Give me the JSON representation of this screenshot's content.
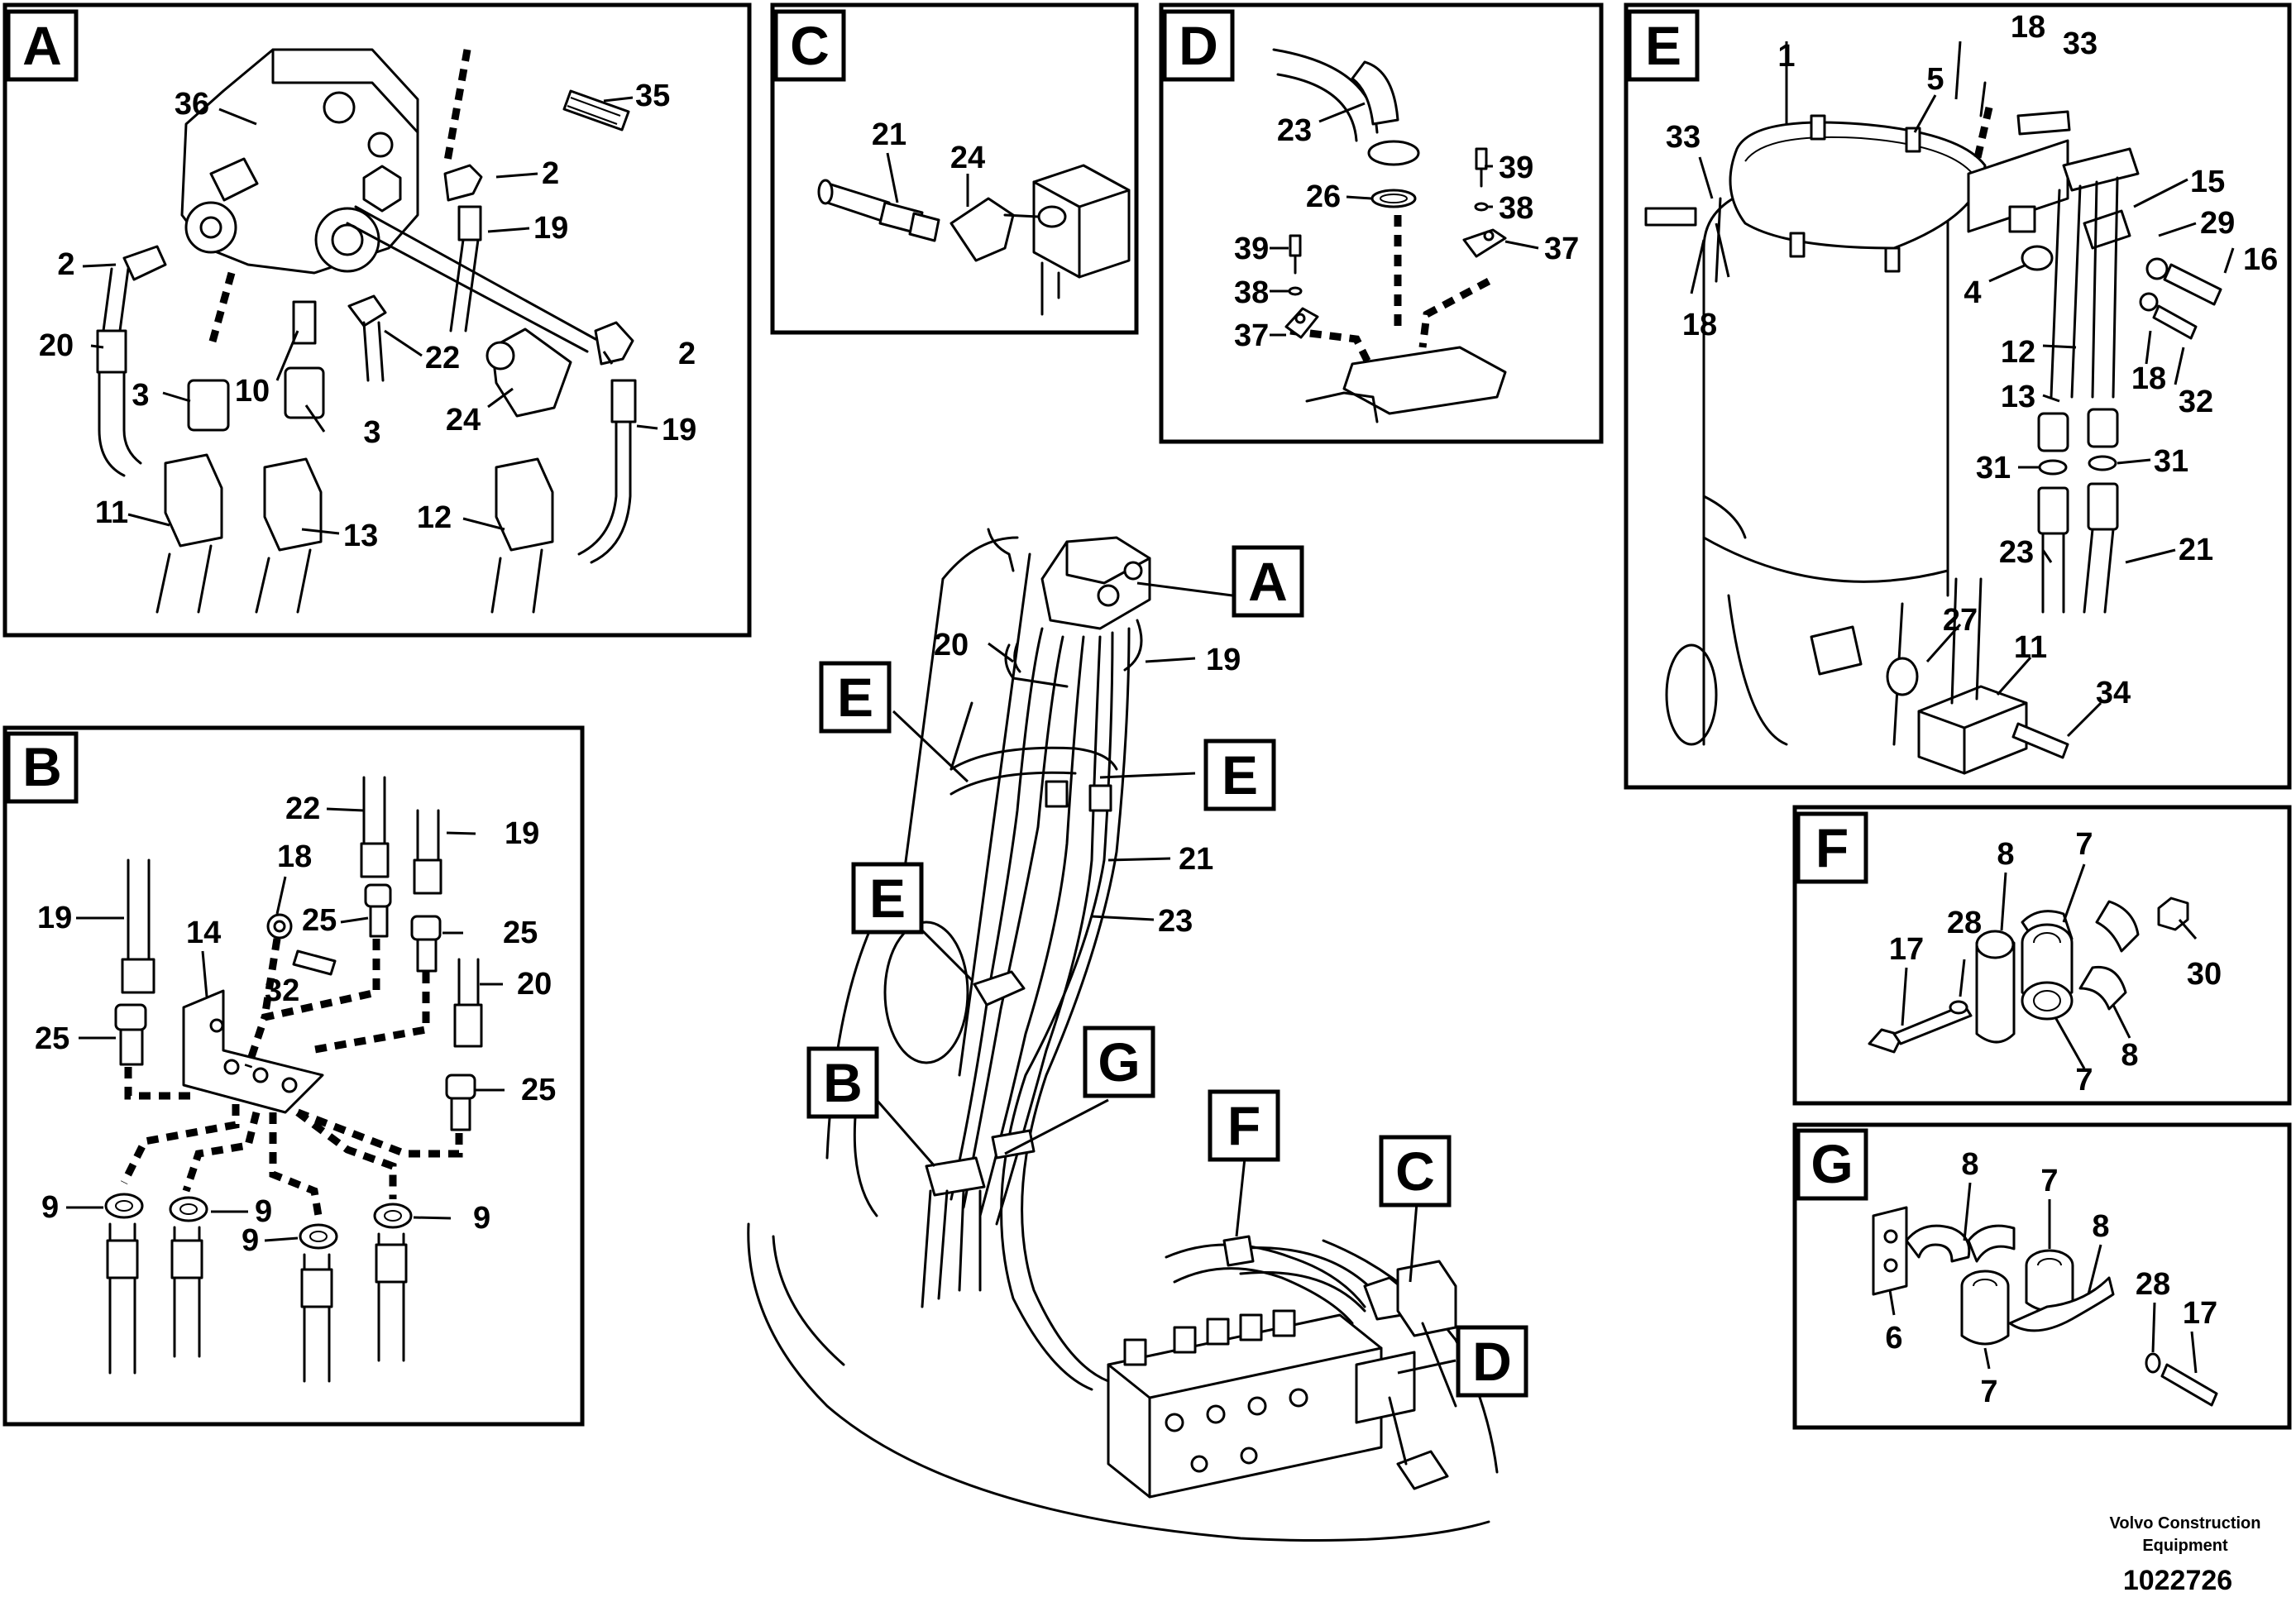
{
  "panels": {
    "A": {
      "letter": "A",
      "callouts": [
        {
          "id": "a36",
          "text": "36"
        },
        {
          "id": "a35",
          "text": "35"
        },
        {
          "id": "a2t",
          "text": "2"
        },
        {
          "id": "a19t",
          "text": "19"
        },
        {
          "id": "a2l",
          "text": "2"
        },
        {
          "id": "a20",
          "text": "20"
        },
        {
          "id": "a3l",
          "text": "3"
        },
        {
          "id": "a10",
          "text": "10"
        },
        {
          "id": "a22",
          "text": "22"
        },
        {
          "id": "a3r",
          "text": "3"
        },
        {
          "id": "a24",
          "text": "24"
        },
        {
          "id": "a2r",
          "text": "2"
        },
        {
          "id": "a19b",
          "text": "19"
        },
        {
          "id": "a11",
          "text": "11"
        },
        {
          "id": "a13",
          "text": "13"
        },
        {
          "id": "a12",
          "text": "12"
        }
      ]
    },
    "B": {
      "letter": "B",
      "callouts": [
        {
          "id": "b22",
          "text": "22"
        },
        {
          "id": "b19r",
          "text": "19"
        },
        {
          "id": "b19l",
          "text": "19"
        },
        {
          "id": "b18",
          "text": "18"
        },
        {
          "id": "b14",
          "text": "14"
        },
        {
          "id": "b25a",
          "text": "25"
        },
        {
          "id": "b25b",
          "text": "25"
        },
        {
          "id": "b32",
          "text": "32"
        },
        {
          "id": "b20",
          "text": "20"
        },
        {
          "id": "b25c",
          "text": "25"
        },
        {
          "id": "b25d",
          "text": "25"
        },
        {
          "id": "b9a",
          "text": "9"
        },
        {
          "id": "b9b",
          "text": "9"
        },
        {
          "id": "b9c",
          "text": "9"
        },
        {
          "id": "b9d",
          "text": "9"
        }
      ]
    },
    "C": {
      "letter": "C",
      "callouts": [
        {
          "id": "c21",
          "text": "21"
        },
        {
          "id": "c24",
          "text": "24"
        }
      ]
    },
    "D": {
      "letter": "D",
      "callouts": [
        {
          "id": "d23",
          "text": "23"
        },
        {
          "id": "d39r",
          "text": "39"
        },
        {
          "id": "d26",
          "text": "26"
        },
        {
          "id": "d38r",
          "text": "38"
        },
        {
          "id": "d39l",
          "text": "39"
        },
        {
          "id": "d37r",
          "text": "37"
        },
        {
          "id": "d38l",
          "text": "38"
        },
        {
          "id": "d37l",
          "text": "37"
        }
      ]
    },
    "E": {
      "letter": "E",
      "callouts": [
        {
          "id": "e18t",
          "text": "18"
        },
        {
          "id": "e33t",
          "text": "33"
        },
        {
          "id": "e1",
          "text": "1"
        },
        {
          "id": "e5",
          "text": "5"
        },
        {
          "id": "e33l",
          "text": "33"
        },
        {
          "id": "e15",
          "text": "15"
        },
        {
          "id": "e29",
          "text": "29"
        },
        {
          "id": "e16",
          "text": "16"
        },
        {
          "id": "e4",
          "text": "4"
        },
        {
          "id": "e18l",
          "text": "18"
        },
        {
          "id": "e12",
          "text": "12"
        },
        {
          "id": "e18r",
          "text": "18"
        },
        {
          "id": "e32",
          "text": "32"
        },
        {
          "id": "e13",
          "text": "13"
        },
        {
          "id": "e31l",
          "text": "31"
        },
        {
          "id": "e31r",
          "text": "31"
        },
        {
          "id": "e23",
          "text": "23"
        },
        {
          "id": "e21",
          "text": "21"
        },
        {
          "id": "e27",
          "text": "27"
        },
        {
          "id": "e11",
          "text": "11"
        },
        {
          "id": "e34",
          "text": "34"
        }
      ]
    },
    "F": {
      "letter": "F",
      "callouts": [
        {
          "id": "f8t",
          "text": "8"
        },
        {
          "id": "f7t",
          "text": "7"
        },
        {
          "id": "f17",
          "text": "17"
        },
        {
          "id": "f28",
          "text": "28"
        },
        {
          "id": "f30",
          "text": "30"
        },
        {
          "id": "f8b",
          "text": "8"
        },
        {
          "id": "f7b",
          "text": "7"
        }
      ]
    },
    "G": {
      "letter": "G",
      "callouts": [
        {
          "id": "g8l",
          "text": "8"
        },
        {
          "id": "g7t",
          "text": "7"
        },
        {
          "id": "g8r",
          "text": "8"
        },
        {
          "id": "g28",
          "text": "28"
        },
        {
          "id": "g17",
          "text": "17"
        },
        {
          "id": "g6",
          "text": "6"
        },
        {
          "id": "g7b",
          "text": "7"
        }
      ]
    }
  },
  "overview": {
    "labels": [
      {
        "id": "oA",
        "text": "A"
      },
      {
        "id": "oE1",
        "text": "E"
      },
      {
        "id": "oE2",
        "text": "E"
      },
      {
        "id": "oE3",
        "text": "E"
      },
      {
        "id": "oB",
        "text": "B"
      },
      {
        "id": "oG",
        "text": "G"
      },
      {
        "id": "oF",
        "text": "F"
      },
      {
        "id": "oC",
        "text": "C"
      },
      {
        "id": "oD",
        "text": "D"
      }
    ],
    "callouts": [
      {
        "id": "o20",
        "text": "20"
      },
      {
        "id": "o19",
        "text": "19"
      },
      {
        "id": "o21",
        "text": "21"
      },
      {
        "id": "o23",
        "text": "23"
      }
    ]
  },
  "footer": {
    "company_line1": "Volvo Construction",
    "company_line2": "Equipment",
    "drawing_number": "1022726"
  }
}
